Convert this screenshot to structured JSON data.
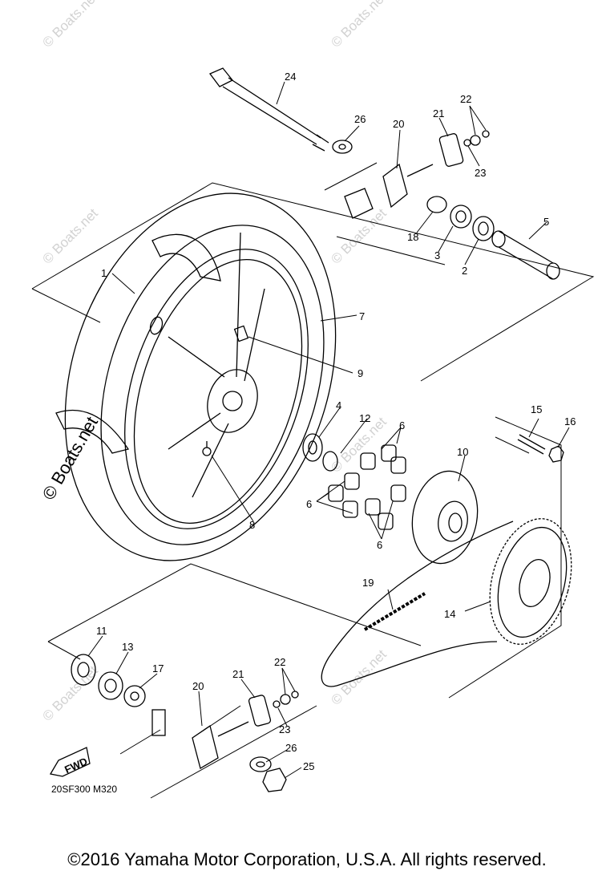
{
  "watermark": "© Boats.net",
  "part_callouts": {
    "c1": "1",
    "c2": "2",
    "c3": "3",
    "c4": "4",
    "c5": "5",
    "c6": "6",
    "c7": "7",
    "c8": "8",
    "c9": "9",
    "c10": "10",
    "c11": "11",
    "c12": "12",
    "c13": "13",
    "c14": "14",
    "c15": "15",
    "c16": "16",
    "c17": "17",
    "c18": "18",
    "c19": "19",
    "c20": "20",
    "c21": "21",
    "c22": "22",
    "c23": "23",
    "c24": "24",
    "c25": "25",
    "c26": "26"
  },
  "fwd_label": "FWD",
  "diagram_code": "20SF300 M320",
  "copyright": "©2016 Yamaha Motor Corporation, U.S.A. All rights reserved."
}
